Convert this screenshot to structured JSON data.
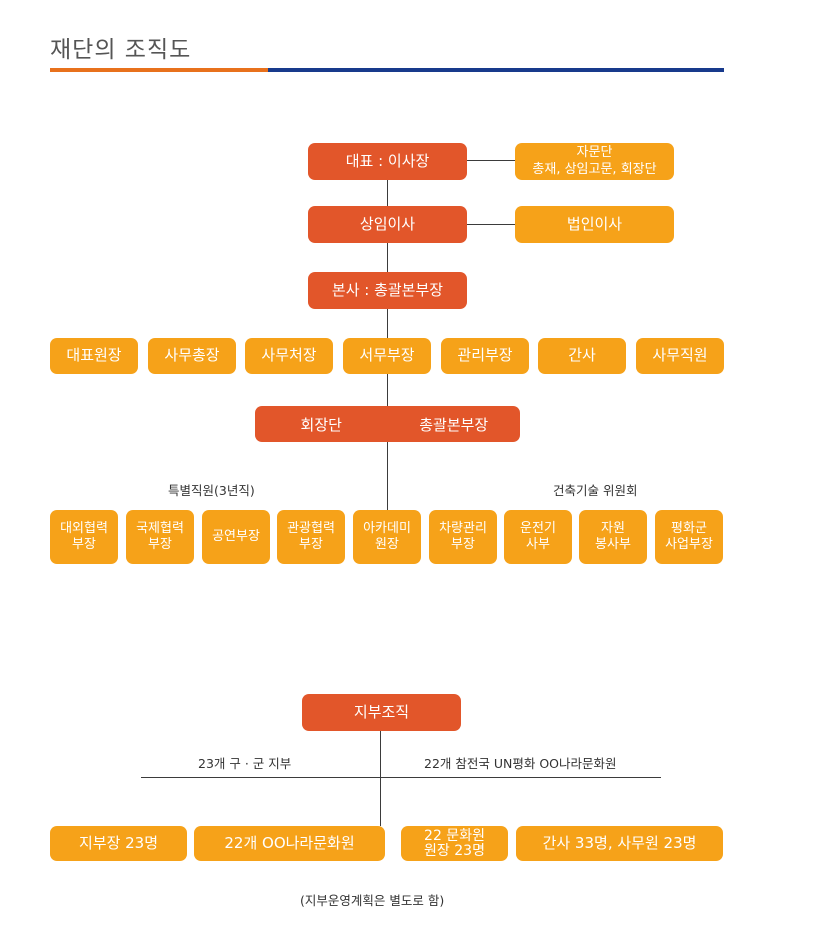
{
  "title": "재단의 조직도",
  "top": {
    "ceo": "대표 : 이사장",
    "advisory_title": "자문단",
    "advisory_members": "총재, 상임고문, 회장단",
    "standing_director": "상임이사",
    "corporate_director": "법인이사",
    "hq": "본사 : 총괄본부장"
  },
  "row1": [
    "대표원장",
    "사무총장",
    "사무처장",
    "서무부장",
    "관리부장",
    "간사",
    "사무직원"
  ],
  "split_box": {
    "left": "회장단",
    "right": "총괄본부장"
  },
  "labels": {
    "special": "특별직원(3년직)",
    "committee": "건축기술 위원회"
  },
  "row2": [
    [
      "대외협력",
      "부장"
    ],
    [
      "국제협력",
      "부장"
    ],
    [
      "공연부장"
    ],
    [
      "관광협력",
      "부장"
    ],
    [
      "아카데미",
      "원장"
    ],
    [
      "차량관리",
      "부장"
    ],
    [
      "운전기",
      "사부"
    ],
    [
      "자원",
      "봉사부"
    ],
    [
      "평화군",
      "사업부장"
    ]
  ],
  "branch": {
    "title": "지부조직",
    "left_label": "23개 구 · 군 지부",
    "right_label": "22개 참전국 UN평화 OO나라문화원",
    "boxes": [
      "지부장 23명",
      "22개 OO나라문화원",
      "22 문화원\n원장 23명",
      "간사 33명, 사무원 23명"
    ],
    "note": "(지부운영계획은 별도로 함)"
  },
  "colors": {
    "primary_red": "#e2562a",
    "secondary_orange": "#f6a219",
    "accent_blue": "#183a8c",
    "accent_orange": "#e8711c"
  }
}
